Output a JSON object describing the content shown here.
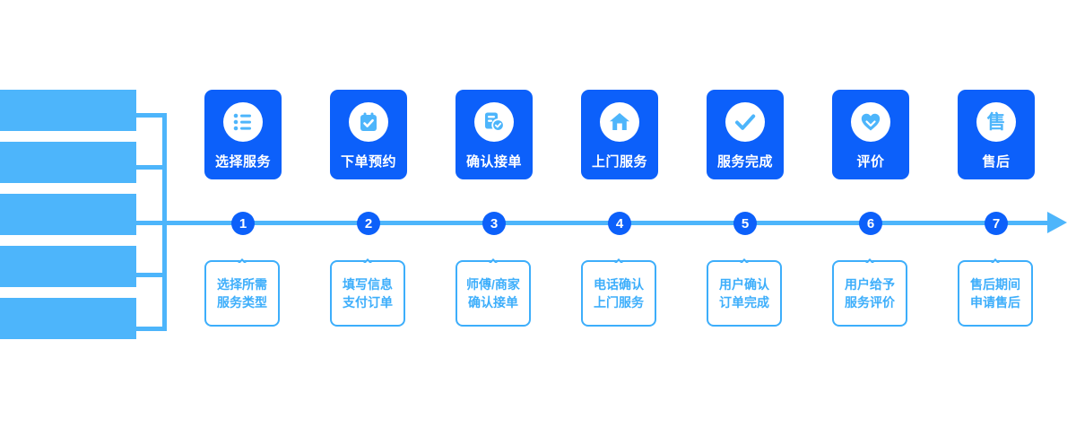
{
  "diagram": {
    "type": "process-flow",
    "title": "",
    "colors": {
      "accent_dark_blue": "#0C60FA",
      "accent_light_blue": "#4DB5FB",
      "callout_border": "#3DAEFB",
      "background": "#FFFFFF",
      "card_label_text": "#FFFFFF"
    }
  },
  "left_bars": {
    "count": 5,
    "items": [
      {
        "name": "bar-1",
        "label": ""
      },
      {
        "name": "bar-2",
        "label": ""
      },
      {
        "name": "bar-3",
        "label": ""
      },
      {
        "name": "bar-4",
        "label": ""
      },
      {
        "name": "bar-5",
        "label": ""
      }
    ]
  },
  "timeline": {
    "arrow_direction": "right",
    "steps": [
      {
        "number": "1",
        "card_label": "选择服务",
        "icon": "list-icon",
        "icon_glyph": "",
        "callout_lines": [
          "选择所需",
          "服务类型"
        ]
      },
      {
        "number": "2",
        "card_label": "下单预约",
        "icon": "calendar-check-icon",
        "icon_glyph": "",
        "callout_lines": [
          "填写信息",
          "支付订单"
        ]
      },
      {
        "number": "3",
        "card_label": "确认接单",
        "icon": "document-check-icon",
        "icon_glyph": "",
        "callout_lines": [
          "师傅/商家",
          "确认接单"
        ]
      },
      {
        "number": "4",
        "card_label": "上门服务",
        "icon": "home-icon",
        "icon_glyph": "",
        "callout_lines": [
          "电话确认",
          "上门服务"
        ]
      },
      {
        "number": "5",
        "card_label": "服务完成",
        "icon": "check-icon",
        "icon_glyph": "",
        "callout_lines": [
          "用户确认",
          "订单完成"
        ]
      },
      {
        "number": "6",
        "card_label": "评价",
        "icon": "heart-rating-icon",
        "icon_glyph": "",
        "callout_lines": [
          "用户给予",
          "服务评价"
        ]
      },
      {
        "number": "7",
        "card_label": "售后",
        "icon": "after-sales-character-icon",
        "icon_glyph": "售",
        "callout_lines": [
          "售后期间",
          "申请售后"
        ]
      }
    ]
  }
}
